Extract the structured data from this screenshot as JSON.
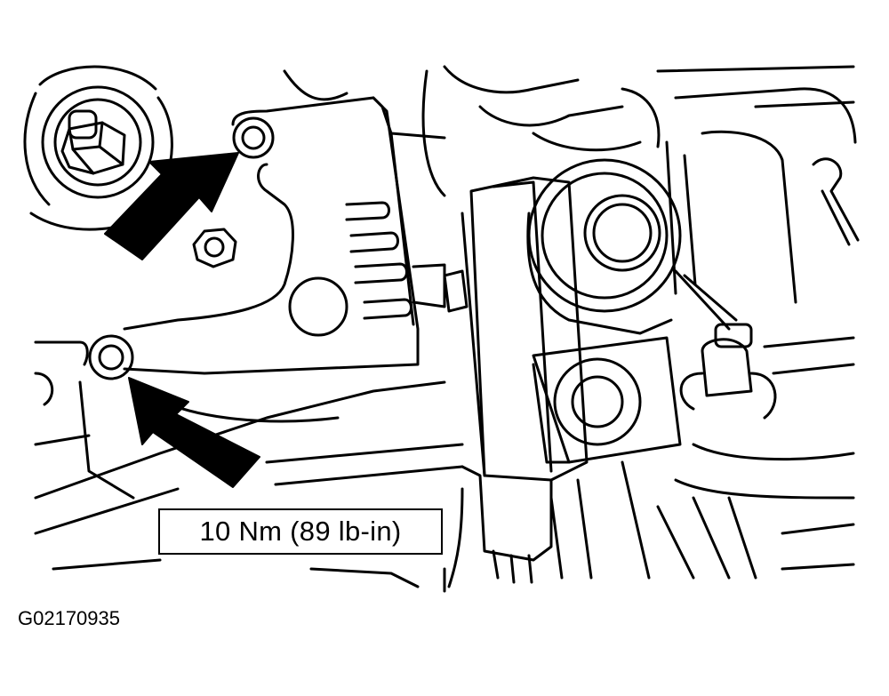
{
  "diagram": {
    "torque_label": "10 Nm (89 lb-in)",
    "figure_id": "G02170935",
    "callouts": [
      {
        "target": "upper-bracket-nut",
        "icon": "arrow-icon"
      },
      {
        "target": "lower-bracket-nut",
        "icon": "arrow-icon"
      }
    ],
    "colors": {
      "line": "#000000",
      "background": "#ffffff"
    }
  }
}
